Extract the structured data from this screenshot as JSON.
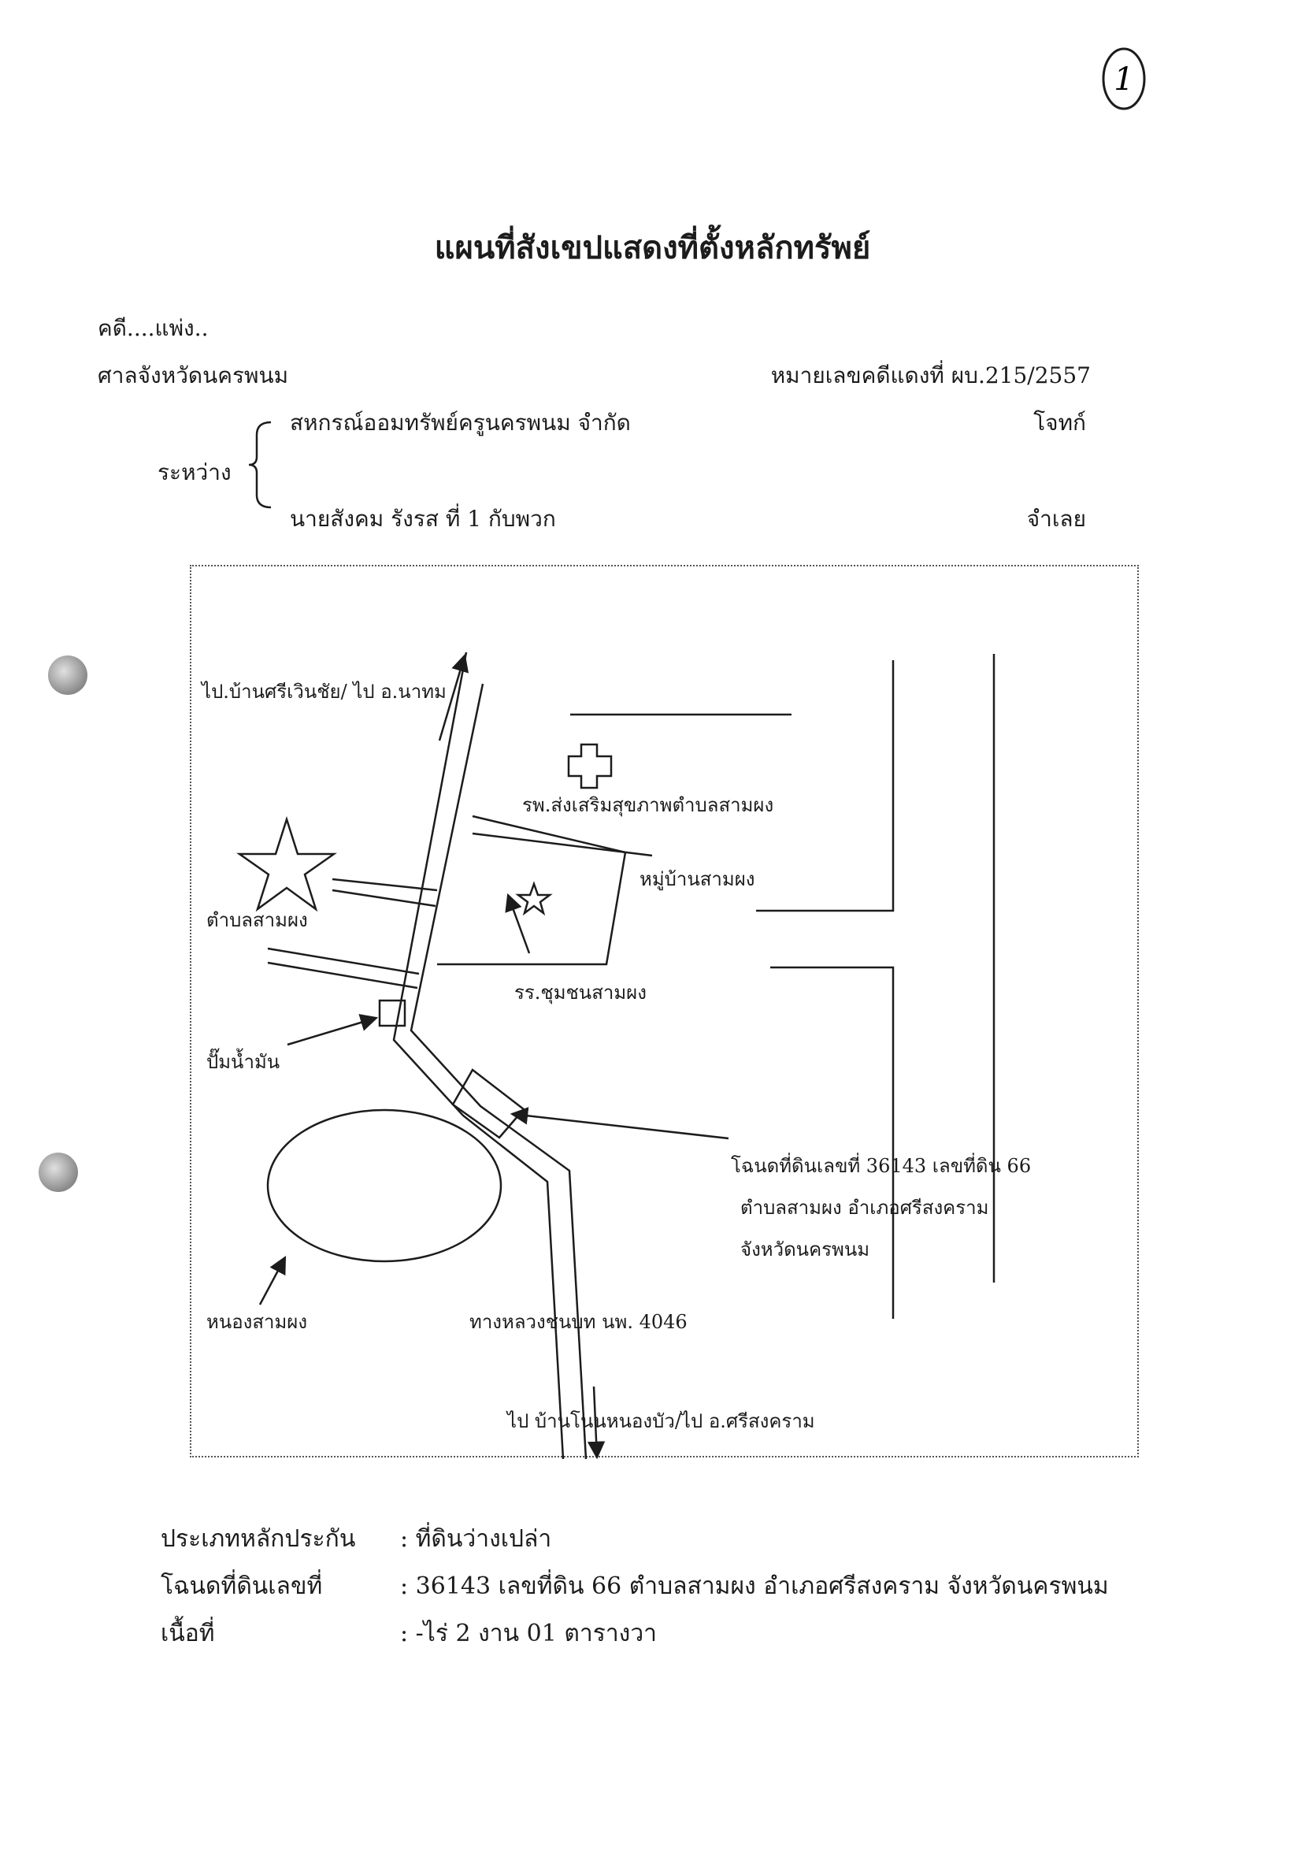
{
  "page_number": "1",
  "title": "แผนที่สังเขปแสดงที่ตั้งหลักทรัพย์",
  "case": {
    "type": "คดี....แพ่ง..",
    "court": "ศาลจังหวัดนครพนม",
    "red_case_number": "หมายเลขคดีแดงที่ ผบ.215/2557",
    "between_label": "ระหว่าง",
    "plaintiff_name": "สหกรณ์ออมทรัพย์ครูนครพนม จำกัด",
    "plaintiff_role": "โจทก์",
    "defendant_name": "นายสังคม รังรส ที่ 1 กับพวก",
    "defendant_role": "จำเลย"
  },
  "map": {
    "to_north": "ไป.บ้านศรีเวินชัย/ ไป อ.นาทม",
    "hospital": "รพ.ส่งเสริมสุขภาพตำบลสามผง",
    "village": "หมู่บ้านสามผง",
    "subdistrict": "ตำบลสามผง",
    "school": "รร.ชุมชนสามผง",
    "gas_station": "ปั๊มน้ำมัน",
    "deed_line1": "โฉนดที่ดินเลขที่ 36143 เลขที่ดิน 66",
    "deed_line2": "ตำบลสามผง อำเภอศรีสงคราม",
    "deed_line3": "จังหวัดนครพนม",
    "pond": "หนองสามผง",
    "road": "ทางหลวงชนบท นพ. 4046",
    "to_south": "ไป บ้านโนนหนองบัว/ไป อ.ศรีสงคราม"
  },
  "summary": {
    "type_label": "ประเภทหลักประกัน",
    "type_value": ": ที่ดินว่างเปล่า",
    "deed_label": "โฉนดที่ดินเลขที่",
    "deed_value": ": 36143 เลขที่ดิน 66 ตำบลสามผง อำเภอศรีสงคราม จังหวัดนครพนม",
    "area_label": "เนื้อที่",
    "area_value": ": -ไร่ 2 งาน 01 ตารางวา"
  }
}
